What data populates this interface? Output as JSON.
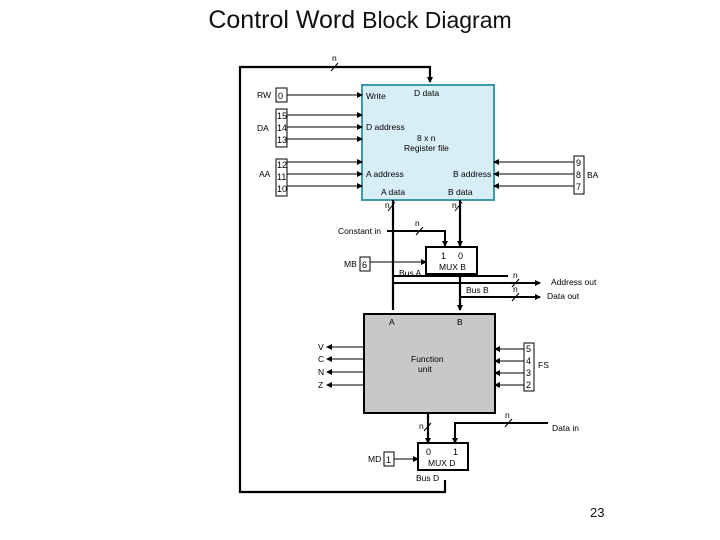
{
  "title": {
    "part1": "Control Word",
    "part2": "Block Diagram"
  },
  "page_number": "23",
  "bus_width_label": "n",
  "register_file": {
    "write": "Write",
    "d_data": "D data",
    "d_address": "D address",
    "size": "8 x  n",
    "name": "Register file",
    "a_address": "A address",
    "b_address": "B address",
    "a_data": "A data",
    "b_data": "B data",
    "fill": "#d8eef6",
    "border": "#3a9aa8"
  },
  "control_fields": {
    "rw": {
      "label": "RW",
      "bits": [
        "0"
      ]
    },
    "da": {
      "label": "DA",
      "bits": [
        "15",
        "14",
        "13"
      ]
    },
    "aa": {
      "label": "AA",
      "bits": [
        "12",
        "11",
        "10"
      ]
    },
    "ba": {
      "label": "BA",
      "bits": [
        "9",
        "8",
        "7"
      ]
    },
    "mb": {
      "label": "MB",
      "bits": [
        "6"
      ]
    },
    "fs": {
      "label": "FS",
      "bits": [
        "5",
        "4",
        "3",
        "2"
      ]
    },
    "md": {
      "label": "MD",
      "bits": [
        "1"
      ]
    }
  },
  "constant_in": "Constant in",
  "mux_b": {
    "in1": "1",
    "in0": "0",
    "name": "MUX B"
  },
  "bus_a": "Bus A",
  "bus_b": "Bus B",
  "address_out": "Address out",
  "data_out": "Data out",
  "function_unit": {
    "a": "A",
    "b": "B",
    "line1": "Function",
    "line2": "unit",
    "status": [
      "V",
      "C",
      "N",
      "Z"
    ],
    "fill": "#c8c8c8"
  },
  "mux_d": {
    "in0": "0",
    "in1": "1",
    "name": "MUX D"
  },
  "data_in": "Data in",
  "bus_d": "Bus D"
}
